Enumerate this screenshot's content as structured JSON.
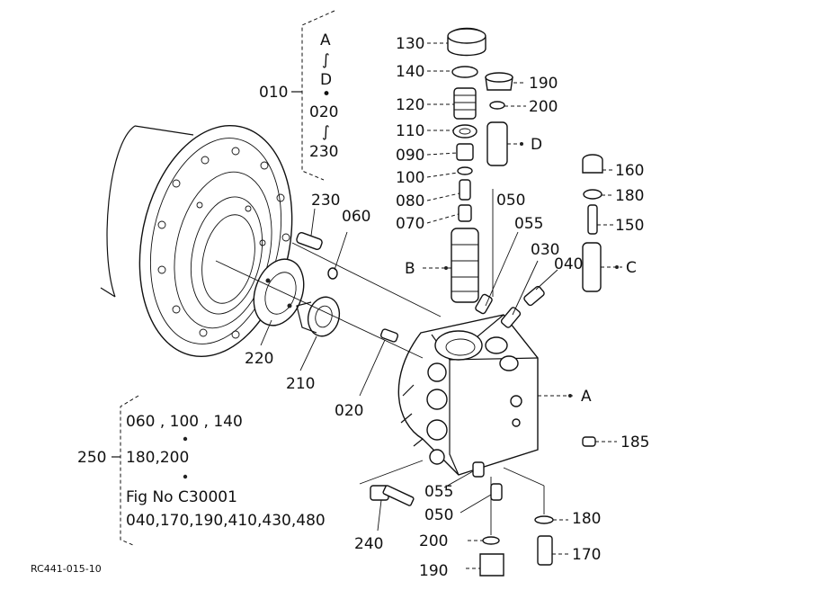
{
  "labels": {
    "p130": "130",
    "p140": "140",
    "p120": "120",
    "p110": "110",
    "p090": "090",
    "p100": "100",
    "p080": "080",
    "p070": "070",
    "p190a": "190",
    "p200a": "200",
    "letterD": "D",
    "p160": "160",
    "p180a": "180",
    "p150": "150",
    "letterC": "C",
    "p050a": "050",
    "p055a": "055",
    "p030": "030",
    "p040": "040",
    "letterB": "B",
    "p230": "230",
    "p060": "060",
    "p220": "220",
    "p210": "210",
    "p020": "020",
    "letterA": "A",
    "p185": "185",
    "p055b": "055",
    "p050b": "050",
    "p180b": "180",
    "p170": "170",
    "p200b": "200",
    "p190b": "190",
    "p240": "240",
    "footer": "RC441-015-10"
  },
  "group010": {
    "code": "010",
    "lines": [
      "A",
      "∫",
      "D",
      "•",
      "020",
      "∫",
      "230"
    ]
  },
  "group250": {
    "code": "250",
    "line1": "060 , 100 , 140",
    "line2": "180,200",
    "line3": "Fig No C30001",
    "line4": "040,170,190,410,430,480"
  }
}
